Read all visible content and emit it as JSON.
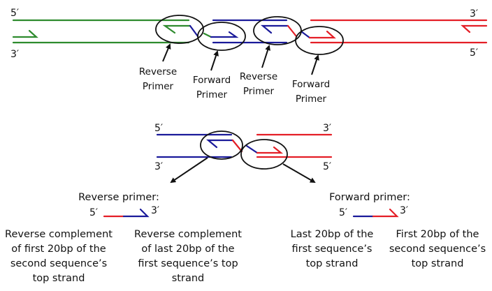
{
  "colors": {
    "sequence1": "#2e8b2e",
    "sequence2": "#1a1a9a",
    "sequence3": "#e41e26",
    "outline": "#111111"
  },
  "top_diagram": {
    "left_end_top": "5′",
    "left_end_bottom": "3′",
    "right_end_top": "3′",
    "right_end_bottom": "5′",
    "labels": [
      {
        "line1": "Reverse",
        "line2": "Primer"
      },
      {
        "line1": "Forward",
        "line2": "Primer"
      },
      {
        "line1": "Reverse",
        "line2": "Primer"
      },
      {
        "line1": "Forward",
        "line2": "Primer"
      }
    ]
  },
  "middle_diagram": {
    "left_top": "5′",
    "left_bottom": "3′",
    "right_top": "3′",
    "right_bottom": "5′"
  },
  "reverse_primer": {
    "title": "Reverse primer:",
    "end5": "5′",
    "end3": "3′",
    "desc_left": [
      "Reverse complement",
      "of first 20bp of the",
      "second sequence’s",
      "top strand"
    ],
    "desc_right": [
      "Reverse complement",
      "of last 20bp of the",
      "first sequence’s top",
      "strand"
    ]
  },
  "forward_primer": {
    "title": "Forward primer:",
    "end5": "5′",
    "end3": "3′",
    "desc_left": [
      "Last 20bp of the",
      "first sequence’s",
      "top strand"
    ],
    "desc_right": [
      "First 20bp of the",
      "second sequence’s",
      "top strand"
    ]
  }
}
